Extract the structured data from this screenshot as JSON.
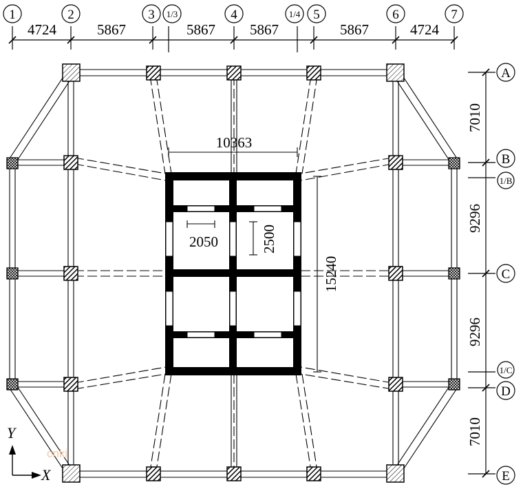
{
  "grid_x": {
    "labels": [
      "1",
      "2",
      "3",
      "1/3",
      "4",
      "1/4",
      "5",
      "6",
      "7"
    ],
    "spacings": [
      "4724",
      "5867",
      "5867",
      "5867",
      "5867",
      "4724"
    ]
  },
  "grid_y": {
    "labels": [
      "A",
      "B",
      "1/B",
      "C",
      "1/C",
      "D",
      "E"
    ],
    "spacings": [
      "7010",
      "9296",
      "9296",
      "7010"
    ]
  },
  "core": {
    "width": "10363",
    "height": "15240",
    "opening_width": "2050",
    "opening_height": "2500"
  },
  "coords": {
    "x": "X",
    "y": "Y"
  },
  "watermark": "cnki"
}
